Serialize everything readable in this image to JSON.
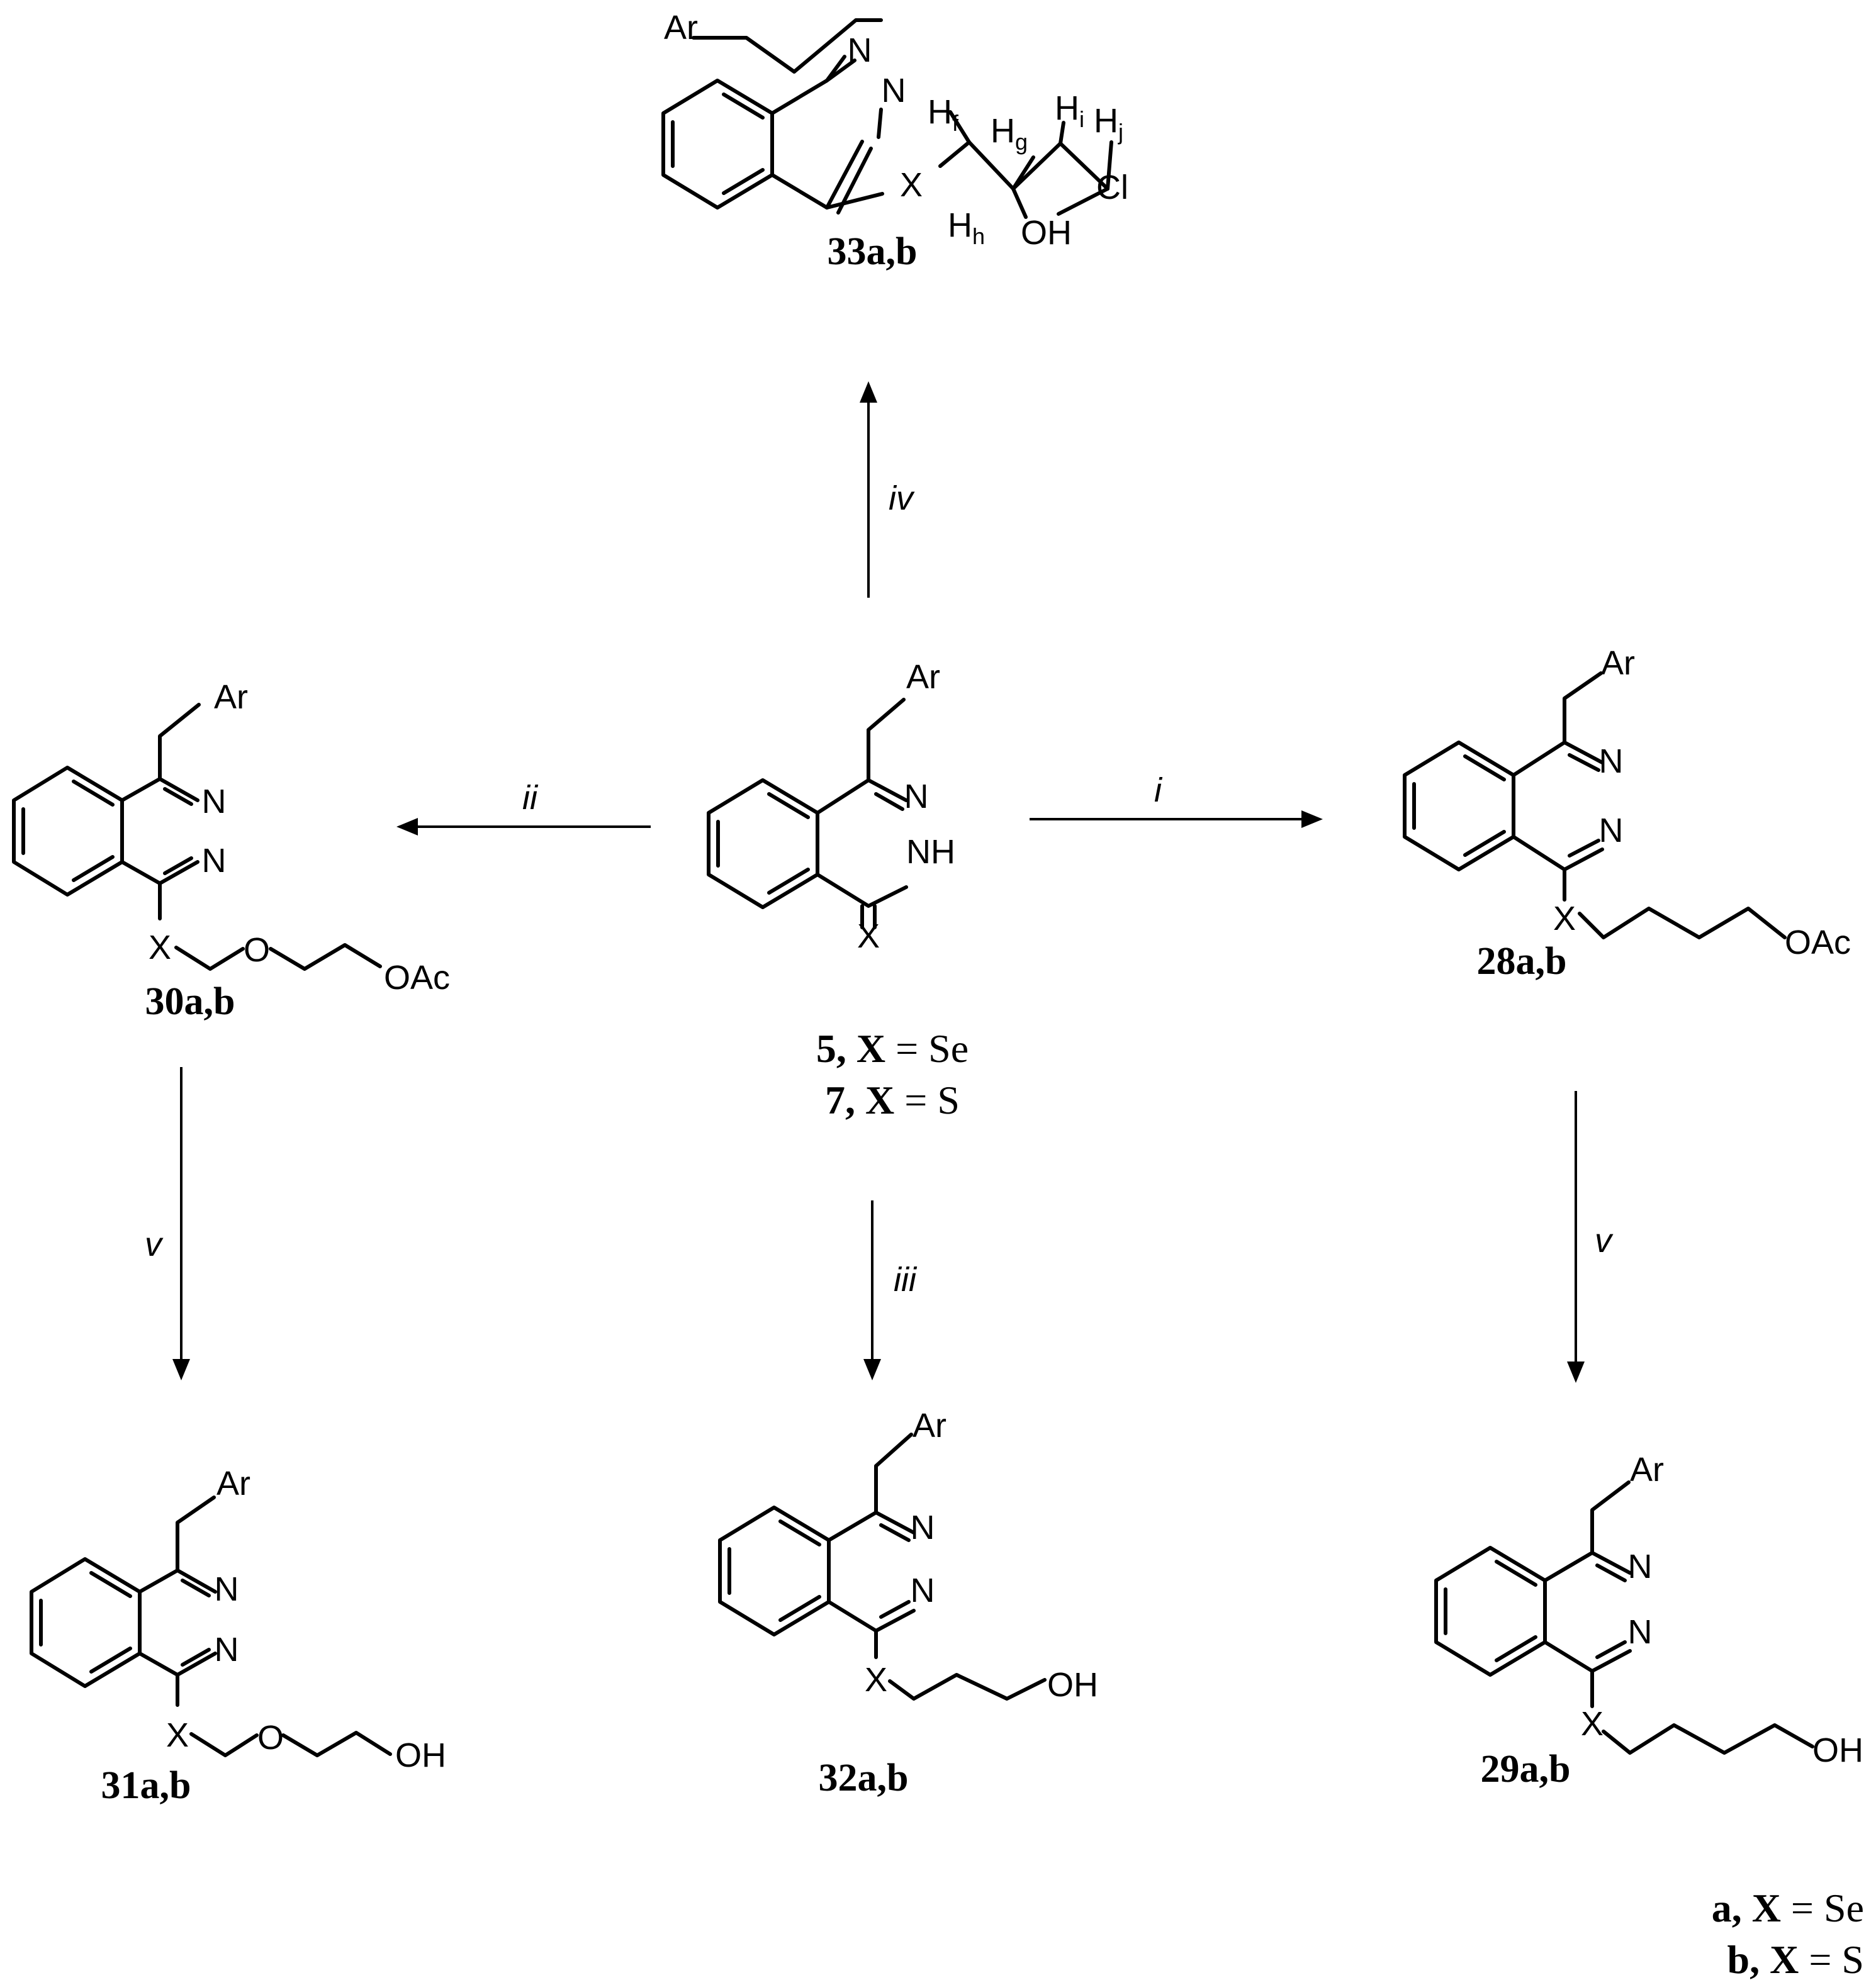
{
  "compounds": {
    "c33": {
      "label": "33a,b",
      "ar": "Ar",
      "n1": "N",
      "n2": "N",
      "x": "X",
      "hf": "H",
      "hf_sub": "f",
      "hg": "H",
      "hg_sub": "g",
      "hh": "H",
      "hh_sub": "h",
      "hi": "H",
      "hi_sub": "i",
      "hj": "H",
      "hj_sub": "j",
      "cl": "Cl",
      "oh": "OH"
    },
    "c30": {
      "label": "30a,b",
      "ar": "Ar",
      "n1": "N",
      "n2": "N",
      "x": "X",
      "o": "O",
      "term": "OAc"
    },
    "c5": {
      "ar": "Ar",
      "n1": "N",
      "nh": "NH",
      "x": "X"
    },
    "c28": {
      "label": "28a,b",
      "ar": "Ar",
      "n1": "N",
      "n2": "N",
      "x": "X",
      "term": "OAc"
    },
    "c31": {
      "label": "31a,b",
      "ar": "Ar",
      "n1": "N",
      "n2": "N",
      "x": "X",
      "o": "O",
      "term": "OH"
    },
    "c32": {
      "label": "32a,b",
      "ar": "Ar",
      "n1": "N",
      "n2": "N",
      "x": "X",
      "term": "OH"
    },
    "c29": {
      "label": "29a,b",
      "ar": "Ar",
      "n1": "N",
      "n2": "N",
      "x": "X",
      "term": "OH"
    }
  },
  "start_labels": [
    {
      "num": "5,",
      "x": "X",
      "eq": " = Se"
    },
    {
      "num": "7,",
      "x": "X",
      "eq": " = S"
    }
  ],
  "conditions": {
    "i": "i",
    "ii": "ii",
    "iii": "iii",
    "iv": "iv",
    "v_left": "v",
    "v_right": "v"
  },
  "legend": [
    {
      "letter": "a,",
      "x": "X",
      "eq": " = Se"
    },
    {
      "letter": "b,",
      "x": "X",
      "eq": " = S"
    }
  ]
}
